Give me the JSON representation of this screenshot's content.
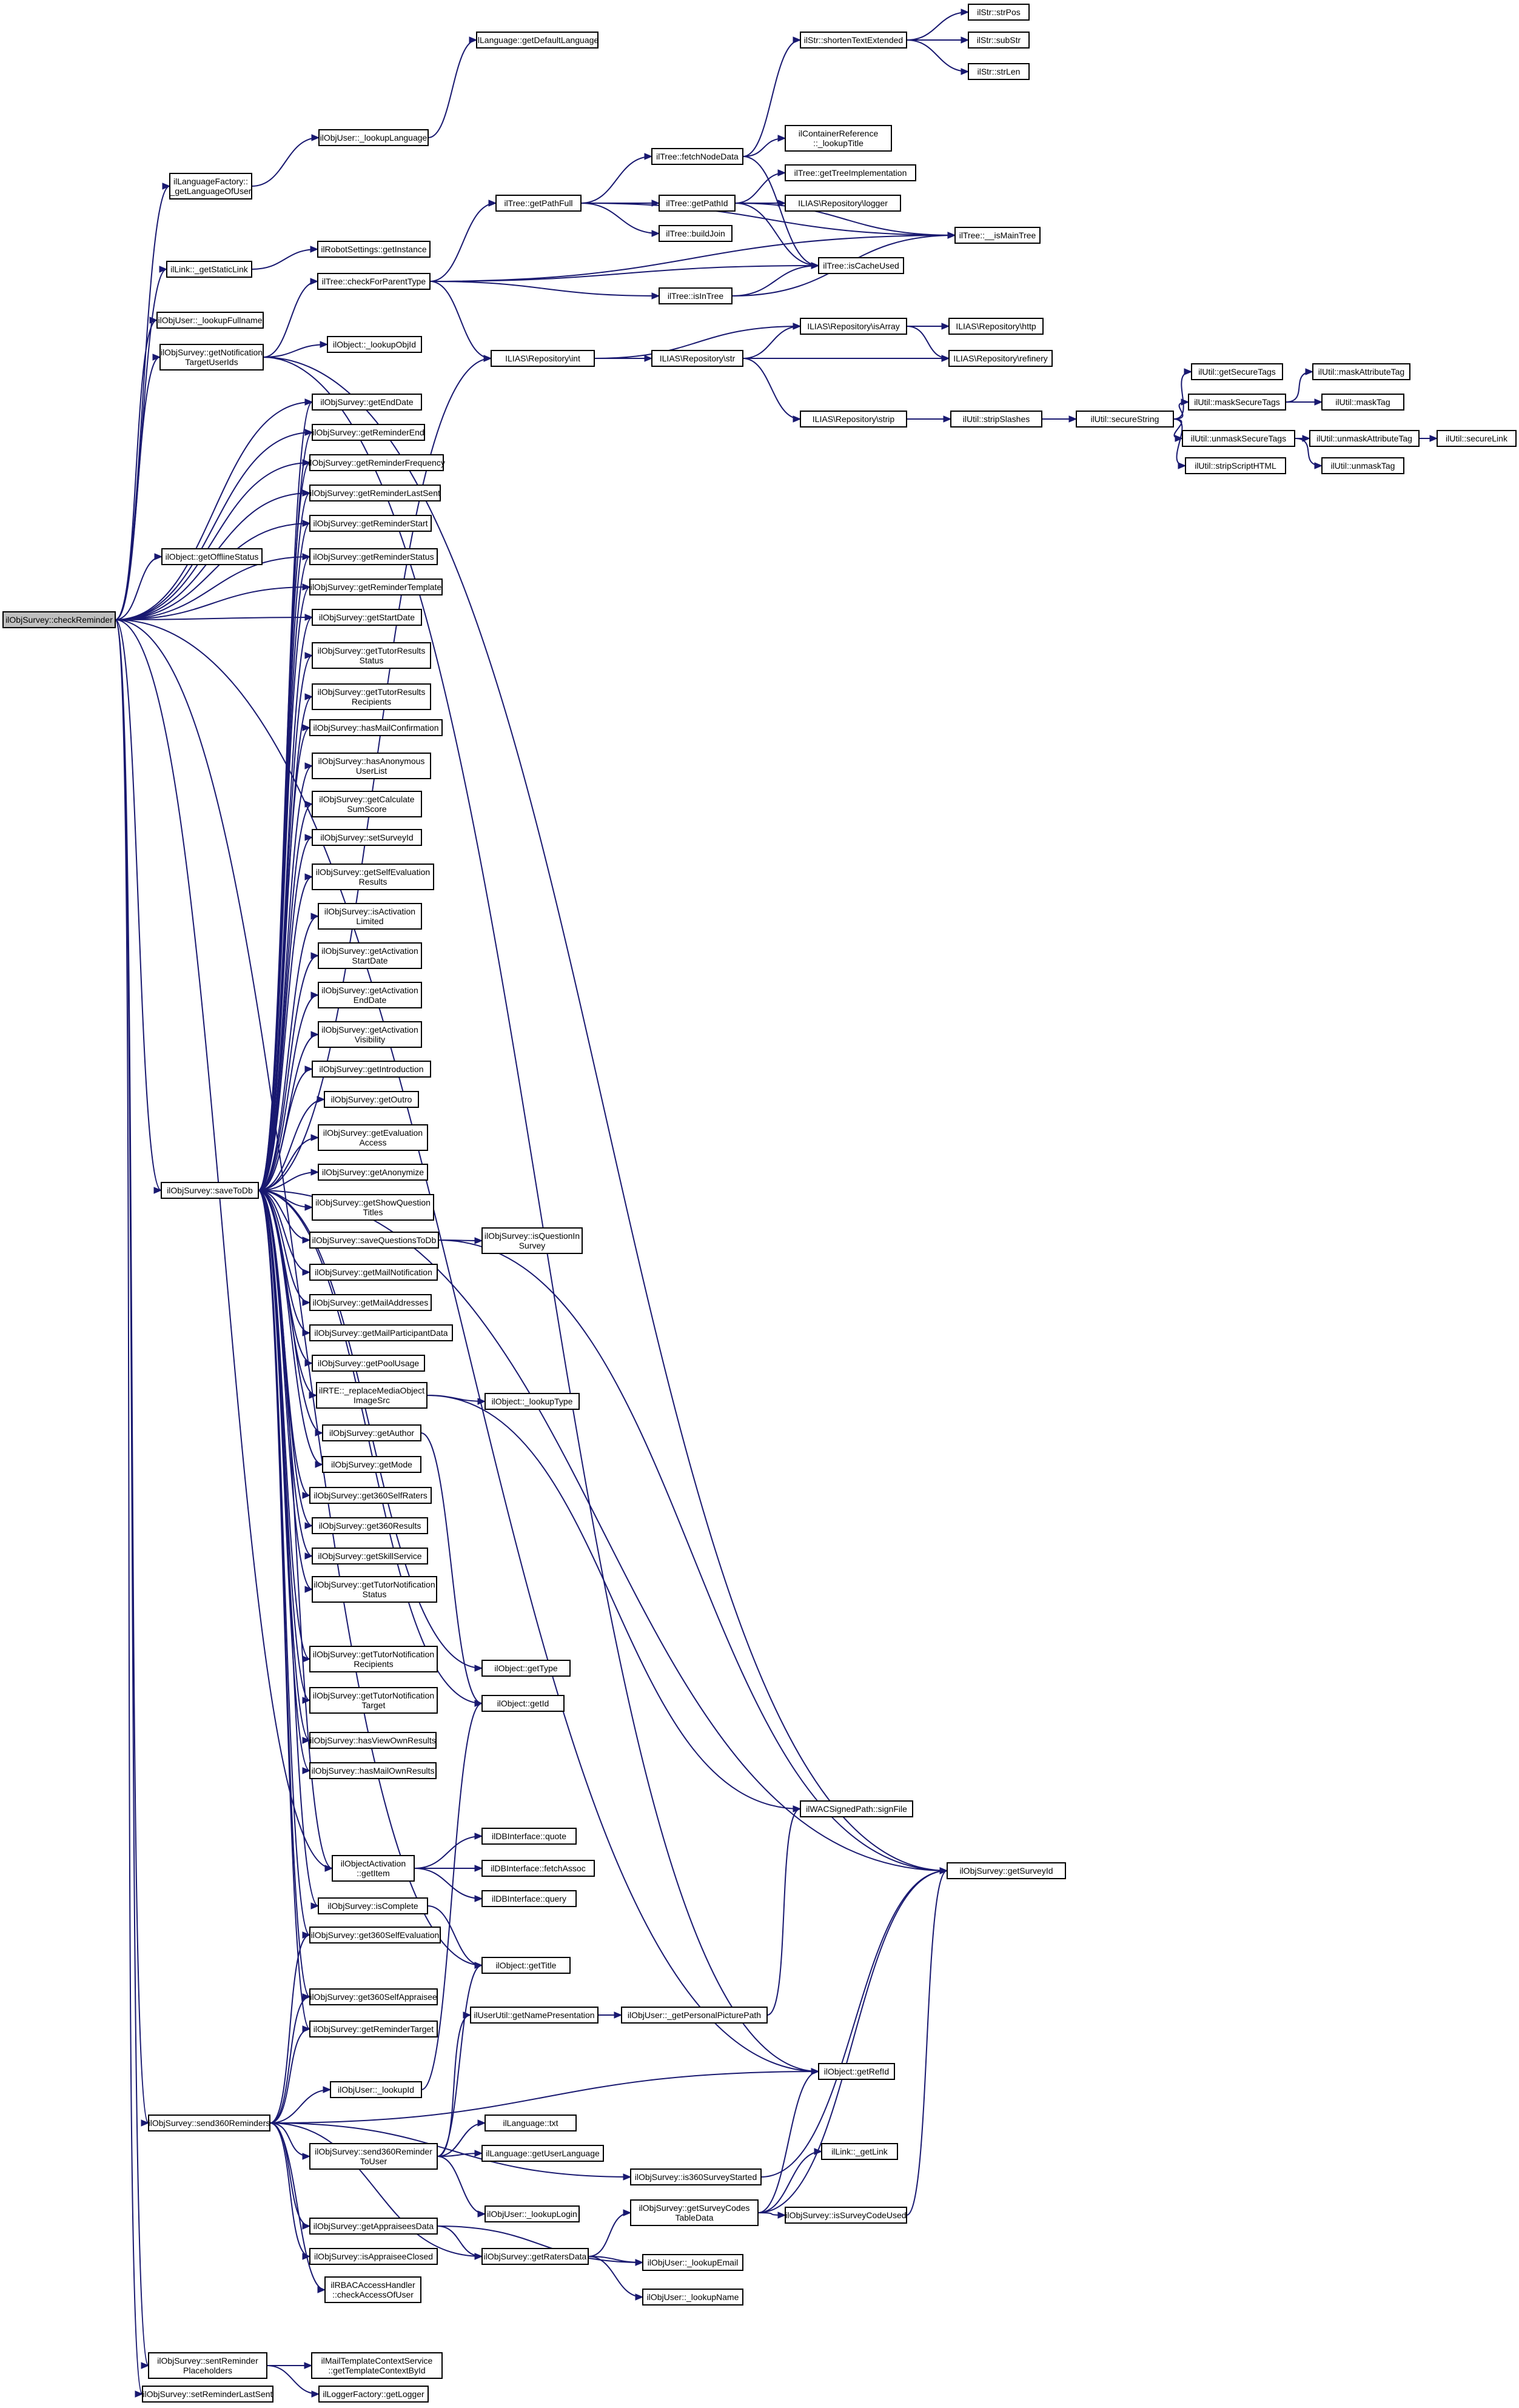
{
  "colors": {
    "edge": "#191970",
    "node_fill": "#ffffff",
    "root_fill": "#bfbfbf",
    "border": "#000000"
  },
  "nodes": [
    {
      "id": "root",
      "lines": [
        "ilObjSurvey::checkReminder"
      ],
      "root": true
    },
    {
      "id": "langfact",
      "lines": [
        "ilLanguageFactory::",
        "_getLanguageOfUser"
      ]
    },
    {
      "id": "lookupLanguage",
      "lines": [
        "ilObjUser::_lookupLanguage"
      ]
    },
    {
      "id": "getDefaultLanguage",
      "lines": [
        "ilLanguage::getDefaultLanguage"
      ]
    },
    {
      "id": "getStaticLink",
      "lines": [
        "ilLink::_getStaticLink"
      ]
    },
    {
      "id": "robotGetInstance",
      "lines": [
        "ilRobotSettings::getInstance"
      ]
    },
    {
      "id": "lookupFullname",
      "lines": [
        "ilObjUser::_lookupFullname"
      ]
    },
    {
      "id": "getNotifTarget",
      "lines": [
        "ilObjSurvey::getNotification",
        "TargetUserIds"
      ]
    },
    {
      "id": "checkForParentType",
      "lines": [
        "ilTree::checkForParentType"
      ]
    },
    {
      "id": "lookupObjId",
      "lines": [
        "ilObject::_lookupObjId"
      ]
    },
    {
      "id": "getEndDate",
      "lines": [
        "ilObjSurvey::getEndDate"
      ]
    },
    {
      "id": "getReminderEnd",
      "lines": [
        "ilObjSurvey::getReminderEnd"
      ]
    },
    {
      "id": "getReminderFrequency",
      "lines": [
        "ilObjSurvey::getReminderFrequency"
      ]
    },
    {
      "id": "getReminderLastSent",
      "lines": [
        "ilObjSurvey::getReminderLastSent"
      ]
    },
    {
      "id": "getReminderStart",
      "lines": [
        "ilObjSurvey::getReminderStart"
      ]
    },
    {
      "id": "getOfflineStatus",
      "lines": [
        "ilObject::getOfflineStatus"
      ]
    },
    {
      "id": "getReminderStatus",
      "lines": [
        "ilObjSurvey::getReminderStatus"
      ]
    },
    {
      "id": "getReminderTemplate",
      "lines": [
        "ilObjSurvey::getReminderTemplate"
      ]
    },
    {
      "id": "getStartDate",
      "lines": [
        "ilObjSurvey::getStartDate"
      ]
    },
    {
      "id": "getTutorResultsStatus",
      "lines": [
        "ilObjSurvey::getTutorResults",
        "Status"
      ]
    },
    {
      "id": "getTutorResultsRecipients",
      "lines": [
        "ilObjSurvey::getTutorResults",
        "Recipients"
      ]
    },
    {
      "id": "hasMailConfirmation",
      "lines": [
        "ilObjSurvey::hasMailConfirmation"
      ]
    },
    {
      "id": "hasAnonymousUserList",
      "lines": [
        "ilObjSurvey::hasAnonymous",
        "UserList"
      ]
    },
    {
      "id": "getCalculateSumScore",
      "lines": [
        "ilObjSurvey::getCalculate",
        "SumScore"
      ]
    },
    {
      "id": "setSurveyId",
      "lines": [
        "ilObjSurvey::setSurveyId"
      ]
    },
    {
      "id": "getSelfEvaluationResults",
      "lines": [
        "ilObjSurvey::getSelfEvaluation",
        "Results"
      ]
    },
    {
      "id": "isActivationLimited",
      "lines": [
        "ilObjSurvey::isActivation",
        "Limited"
      ]
    },
    {
      "id": "getActivationStartDate",
      "lines": [
        "ilObjSurvey::getActivation",
        "StartDate"
      ]
    },
    {
      "id": "getActivationEndDate",
      "lines": [
        "ilObjSurvey::getActivation",
        "EndDate"
      ]
    },
    {
      "id": "getActivationVisibility",
      "lines": [
        "ilObjSurvey::getActivation",
        "Visibility"
      ]
    },
    {
      "id": "getIntroduction",
      "lines": [
        "ilObjSurvey::getIntroduction"
      ]
    },
    {
      "id": "getOutro",
      "lines": [
        "ilObjSurvey::getOutro"
      ]
    },
    {
      "id": "getEvaluationAccess",
      "lines": [
        "ilObjSurvey::getEvaluation",
        "Access"
      ]
    },
    {
      "id": "getAnonymize",
      "lines": [
        "ilObjSurvey::getAnonymize"
      ]
    },
    {
      "id": "saveToDb",
      "lines": [
        "ilObjSurvey::saveToDb"
      ]
    },
    {
      "id": "getShowQuestionTitles",
      "lines": [
        "ilObjSurvey::getShowQuestion",
        "Titles"
      ]
    },
    {
      "id": "saveQuestionsToDb",
      "lines": [
        "ilObjSurvey::saveQuestionsToDb"
      ]
    },
    {
      "id": "isQuestionInSurvey",
      "lines": [
        "ilObjSurvey::isQuestionIn",
        "Survey"
      ]
    },
    {
      "id": "getMailNotification",
      "lines": [
        "ilObjSurvey::getMailNotification"
      ]
    },
    {
      "id": "getMailAddresses",
      "lines": [
        "ilObjSurvey::getMailAddresses"
      ]
    },
    {
      "id": "getMailParticipantData",
      "lines": [
        "ilObjSurvey::getMailParticipantData"
      ]
    },
    {
      "id": "getPoolUsage",
      "lines": [
        "ilObjSurvey::getPoolUsage"
      ]
    },
    {
      "id": "replaceMedia",
      "lines": [
        "ilRTE::_replaceMediaObject",
        "ImageSrc"
      ]
    },
    {
      "id": "lookupType",
      "lines": [
        "ilObject::_lookupType"
      ]
    },
    {
      "id": "getAuthor",
      "lines": [
        "ilObjSurvey::getAuthor"
      ]
    },
    {
      "id": "getMode",
      "lines": [
        "ilObjSurvey::getMode"
      ]
    },
    {
      "id": "get360SelfRaters",
      "lines": [
        "ilObjSurvey::get360SelfRaters"
      ]
    },
    {
      "id": "get360Results",
      "lines": [
        "ilObjSurvey::get360Results"
      ]
    },
    {
      "id": "getSkillService",
      "lines": [
        "ilObjSurvey::getSkillService"
      ]
    },
    {
      "id": "getTutorNotifStatus",
      "lines": [
        "ilObjSurvey::getTutorNotification",
        "Status"
      ]
    },
    {
      "id": "getType",
      "lines": [
        "ilObject::getType"
      ]
    },
    {
      "id": "getTutorNotifRecipients",
      "lines": [
        "ilObjSurvey::getTutorNotification",
        "Recipients"
      ]
    },
    {
      "id": "getId",
      "lines": [
        "ilObject::getId"
      ]
    },
    {
      "id": "getTutorNotifTarget",
      "lines": [
        "ilObjSurvey::getTutorNotification",
        "Target"
      ]
    },
    {
      "id": "hasViewOwnResults",
      "lines": [
        "ilObjSurvey::hasViewOwnResults"
      ]
    },
    {
      "id": "hasMailOwnResults",
      "lines": [
        "ilObjSurvey::hasMailOwnResults"
      ]
    },
    {
      "id": "signFile",
      "lines": [
        "ilWACSignedPath::signFile"
      ]
    },
    {
      "id": "getSurveyId",
      "lines": [
        "ilObjSurvey::getSurveyId"
      ]
    },
    {
      "id": "dbQuote",
      "lines": [
        "ilDBInterface::quote"
      ]
    },
    {
      "id": "activationGetItem",
      "lines": [
        "ilObjectActivation",
        "::getItem"
      ]
    },
    {
      "id": "dbFetchAssoc",
      "lines": [
        "ilDBInterface::fetchAssoc"
      ]
    },
    {
      "id": "dbQuery",
      "lines": [
        "ilDBInterface::query"
      ]
    },
    {
      "id": "isComplete",
      "lines": [
        "ilObjSurvey::isComplete"
      ]
    },
    {
      "id": "get360SelfEvaluation",
      "lines": [
        "ilObjSurvey::get360SelfEvaluation"
      ]
    },
    {
      "id": "getTitle",
      "lines": [
        "ilObject::getTitle"
      ]
    },
    {
      "id": "get360SelfAppraisee",
      "lines": [
        "ilObjSurvey::get360SelfAppraisee"
      ]
    },
    {
      "id": "getNamePresentation",
      "lines": [
        "ilUserUtil::getNamePresentation"
      ]
    },
    {
      "id": "getPersonalPicturePath",
      "lines": [
        "ilObjUser::_getPersonalPicturePath"
      ]
    },
    {
      "id": "getReminderTarget",
      "lines": [
        "ilObjSurvey::getReminderTarget"
      ]
    },
    {
      "id": "getRefId",
      "lines": [
        "ilObject::getRefId"
      ]
    },
    {
      "id": "lookupId",
      "lines": [
        "ilObjUser::_lookupId"
      ]
    },
    {
      "id": "send360Reminders",
      "lines": [
        "ilObjSurvey::send360Reminders"
      ]
    },
    {
      "id": "langTxt",
      "lines": [
        "ilLanguage::txt"
      ]
    },
    {
      "id": "send360ReminderToUser",
      "lines": [
        "ilObjSurvey::send360Reminder",
        "ToUser"
      ]
    },
    {
      "id": "getUserLanguage",
      "lines": [
        "ilLanguage::getUserLanguage"
      ]
    },
    {
      "id": "is360SurveyStarted",
      "lines": [
        "ilObjSurvey::is360SurveyStarted"
      ]
    },
    {
      "id": "getLink",
      "lines": [
        "ilLink::_getLink"
      ]
    },
    {
      "id": "getSurveyCodesTableData",
      "lines": [
        "ilObjSurvey::getSurveyCodes",
        "TableData"
      ]
    },
    {
      "id": "isSurveyCodeUsed",
      "lines": [
        "ilObjSurvey::isSurveyCodeUsed"
      ]
    },
    {
      "id": "lookupLogin",
      "lines": [
        "ilObjUser::_lookupLogin"
      ]
    },
    {
      "id": "getAppraiseesData",
      "lines": [
        "ilObjSurvey::getAppraiseesData"
      ]
    },
    {
      "id": "getRatersData",
      "lines": [
        "ilObjSurvey::getRatersData"
      ]
    },
    {
      "id": "lookupEmail",
      "lines": [
        "ilObjUser::_lookupEmail"
      ]
    },
    {
      "id": "isAppraiseeClosed",
      "lines": [
        "ilObjSurvey::isAppraiseeClosed"
      ]
    },
    {
      "id": "rbacCheck",
      "lines": [
        "ilRBACAccessHandler",
        "::checkAccessOfUser"
      ]
    },
    {
      "id": "lookupName",
      "lines": [
        "ilObjUser::_lookupName"
      ]
    },
    {
      "id": "sentReminderPlaceholders",
      "lines": [
        "ilObjSurvey::sentReminder",
        "Placeholders"
      ]
    },
    {
      "id": "getTemplateContextById",
      "lines": [
        "ilMailTemplateContextService",
        "::getTemplateContextById"
      ]
    },
    {
      "id": "setReminderLastSent",
      "lines": [
        "ilObjSurvey::setReminderLastSent"
      ]
    },
    {
      "id": "loggerGetLogger",
      "lines": [
        "ilLoggerFactory::getLogger"
      ]
    },
    {
      "id": "strPos",
      "lines": [
        "ilStr::strPos"
      ]
    },
    {
      "id": "shortenText",
      "lines": [
        "ilStr::shortenTextExtended"
      ]
    },
    {
      "id": "subStr",
      "lines": [
        "ilStr::subStr"
      ]
    },
    {
      "id": "strLen",
      "lines": [
        "ilStr::strLen"
      ]
    },
    {
      "id": "fetchNodeData",
      "lines": [
        "ilTree::fetchNodeData"
      ]
    },
    {
      "id": "lookupTitle",
      "lines": [
        "ilContainerReference",
        "::_lookupTitle"
      ]
    },
    {
      "id": "getTreeImpl",
      "lines": [
        "ilTree::getTreeImplementation"
      ]
    },
    {
      "id": "getPathFull",
      "lines": [
        "ilTree::getPathFull"
      ]
    },
    {
      "id": "getPathId",
      "lines": [
        "ilTree::getPathId"
      ]
    },
    {
      "id": "repoLogger",
      "lines": [
        "ILIAS\\Repository\\logger"
      ]
    },
    {
      "id": "buildJoin",
      "lines": [
        "ilTree::buildJoin"
      ]
    },
    {
      "id": "isMainTree",
      "lines": [
        "ilTree::__isMainTree"
      ]
    },
    {
      "id": "isCacheUsed",
      "lines": [
        "ilTree::isCacheUsed"
      ]
    },
    {
      "id": "isInTree",
      "lines": [
        "ilTree::isInTree"
      ]
    },
    {
      "id": "repoInt",
      "lines": [
        "ILIAS\\Repository\\int"
      ]
    },
    {
      "id": "repoStr",
      "lines": [
        "ILIAS\\Repository\\str"
      ]
    },
    {
      "id": "repoIsArray",
      "lines": [
        "ILIAS\\Repository\\isArray"
      ]
    },
    {
      "id": "repoHttp",
      "lines": [
        "ILIAS\\Repository\\http"
      ]
    },
    {
      "id": "repoRefinery",
      "lines": [
        "ILIAS\\Repository\\refinery"
      ]
    },
    {
      "id": "repoStrip",
      "lines": [
        "ILIAS\\Repository\\strip"
      ]
    },
    {
      "id": "stripSlashes",
      "lines": [
        "ilUtil::stripSlashes"
      ]
    },
    {
      "id": "secureString",
      "lines": [
        "ilUtil::secureString"
      ]
    },
    {
      "id": "getSecureTags",
      "lines": [
        "ilUtil::getSecureTags"
      ]
    },
    {
      "id": "maskSecureTags",
      "lines": [
        "ilUtil::maskSecureTags"
      ]
    },
    {
      "id": "unmaskSecureTags",
      "lines": [
        "ilUtil::unmaskSecureTags"
      ]
    },
    {
      "id": "stripScriptHTML",
      "lines": [
        "ilUtil::stripScriptHTML"
      ]
    },
    {
      "id": "maskAttributeTag",
      "lines": [
        "ilUtil::maskAttributeTag"
      ]
    },
    {
      "id": "maskTag",
      "lines": [
        "ilUtil::maskTag"
      ]
    },
    {
      "id": "unmaskAttributeTag",
      "lines": [
        "ilUtil::unmaskAttributeTag"
      ]
    },
    {
      "id": "unmaskTag",
      "lines": [
        "ilUtil::unmaskTag"
      ]
    },
    {
      "id": "secureLink",
      "lines": [
        "ilUtil::secureLink"
      ]
    }
  ]
}
